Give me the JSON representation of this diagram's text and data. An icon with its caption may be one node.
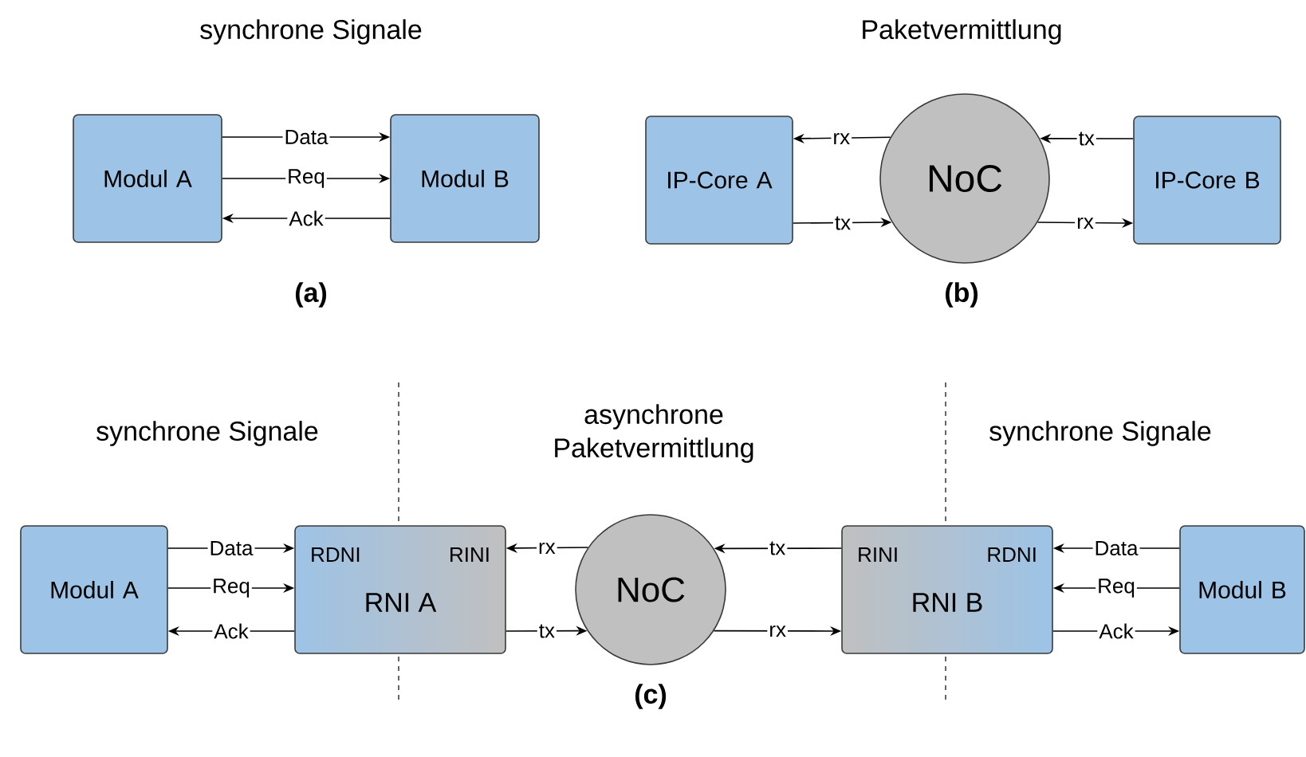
{
  "diagram": {
    "nodes": [
      {
        "text": [
          "Modul A"
        ]
      },
      {
        "text": [
          "Modul B"
        ]
      },
      {
        "text": [
          "IP-Core A"
        ]
      },
      {
        "text": [
          "NoC"
        ]
      },
      {
        "text": [
          "IP-Core B"
        ]
      },
      {
        "text": [
          "Modul A"
        ]
      },
      {
        "text": [
          "RDNI",
          "RINI",
          "RNI A"
        ]
      },
      {
        "text": [
          "NoC"
        ]
      },
      {
        "text": [
          "RINI",
          "RDNI",
          "RNI B"
        ]
      },
      {
        "text": [
          "Modul B"
        ]
      }
    ],
    "edges": [
      {
        "from": 0,
        "to": 1,
        "arrow": "to",
        "label": "Data"
      },
      {
        "from": 0,
        "to": 1,
        "arrow": "to",
        "label": "Req"
      },
      {
        "from": 1,
        "to": 0,
        "arrow": "to",
        "label": "Ack"
      },
      {
        "from": 3,
        "to": 2,
        "arrow": "to",
        "label": "rx"
      },
      {
        "from": 2,
        "to": 3,
        "arrow": "to",
        "label": "tx"
      },
      {
        "from": 4,
        "to": 3,
        "arrow": "to",
        "label": "tx"
      },
      {
        "from": 3,
        "to": 4,
        "arrow": "to",
        "label": "rx"
      },
      {
        "from": 5,
        "to": 6,
        "arrow": "to",
        "label": "Data"
      },
      {
        "from": 5,
        "to": 6,
        "arrow": "to",
        "label": "Req"
      },
      {
        "from": 6,
        "to": 5,
        "arrow": "to",
        "label": "Ack"
      },
      {
        "from": 7,
        "to": 6,
        "arrow": "to",
        "label": "rx"
      },
      {
        "from": 6,
        "to": 7,
        "arrow": "to",
        "label": "tx"
      },
      {
        "from": 8,
        "to": 7,
        "arrow": "to",
        "label": "tx"
      },
      {
        "from": 7,
        "to": 8,
        "arrow": "to",
        "label": "rx"
      },
      {
        "from": 9,
        "to": 8,
        "arrow": "to",
        "label": "Data"
      },
      {
        "from": 9,
        "to": 8,
        "arrow": "to",
        "label": "Req"
      },
      {
        "from": 8,
        "to": 9,
        "arrow": "to",
        "label": "Ack"
      }
    ],
    "labels": [
      "synchrone Signale",
      "Paketvermittlung",
      "(a)",
      "(b)",
      "synchrone Signale",
      "asynchrone Paketvermittlung",
      "synchrone Signale",
      "(c)"
    ]
  }
}
